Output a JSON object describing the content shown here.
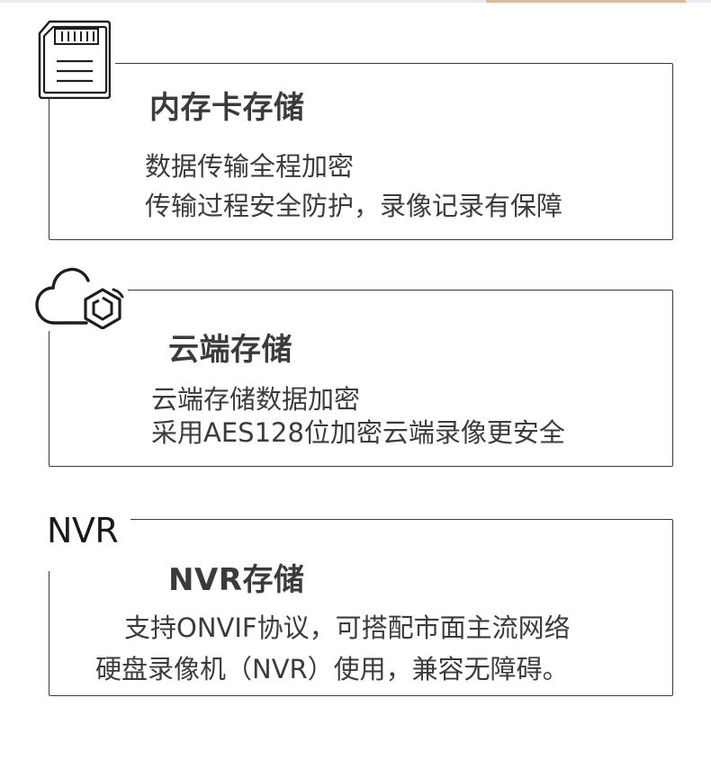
{
  "cards": [
    {
      "title": "内存卡存储",
      "lines": [
        "数据传输全程加密",
        "传输过程安全防护，录像记录有保障"
      ],
      "icon": "sd-card-icon"
    },
    {
      "title": "云端存储",
      "lines": [
        "云端存储数据加密",
        "采用AES128位加密云端录像更安全"
      ],
      "icon": "cloud-hexagon-icon"
    },
    {
      "title": "NVR存储",
      "lines": [
        "支持ONVIF协议，可搭配市面主流网络",
        "硬盘录像机（NVR）使用，兼容无障碍。"
      ],
      "icon": "nvr-icon",
      "icon_label": "NVR"
    }
  ],
  "colors": {
    "border": "#3a3a3a",
    "text": "#3b3b3b",
    "background": "#ffffff"
  }
}
